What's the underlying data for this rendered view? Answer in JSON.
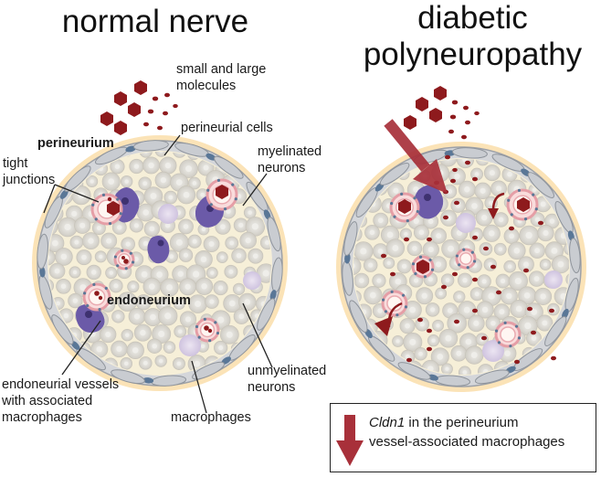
{
  "titles": {
    "left": "normal nerve",
    "right_line1": "diabetic",
    "right_line2": "polyneuropathy"
  },
  "labels": {
    "small_large_molecules": "small and large molecules",
    "perineurium": "perineurium",
    "perineurial_cells": "perineurial cells",
    "tight_junctions": "tight junctions",
    "myelinated_neurons": "myelinated neurons",
    "endoneurium": "endoneurium",
    "endoneurial_vessels": "endoneurial vessels with associated macrophages",
    "macrophages": "macrophages",
    "unmyelinated_neurons": "unmyelinated neurons"
  },
  "legend": {
    "gene": "Cldn1",
    "line1_suffix": " in the perineurium",
    "line2": "vessel-associated macrophages"
  },
  "colors": {
    "perineurial_cell": "#c9ccd1",
    "tight_junction": "#5a7797",
    "endoneurium_bg": "#f6efd8",
    "outer_halo": "#fbe3b7",
    "myelinated_neuron": "#dcdad4",
    "macrophage_purple": "#6b5aa8",
    "macrophage_pale": "#d9d1e5",
    "vessel_ring": "#e59ea6",
    "molecule_dark": "#8e1a1d",
    "arrow_red": "#a8303a"
  }
}
